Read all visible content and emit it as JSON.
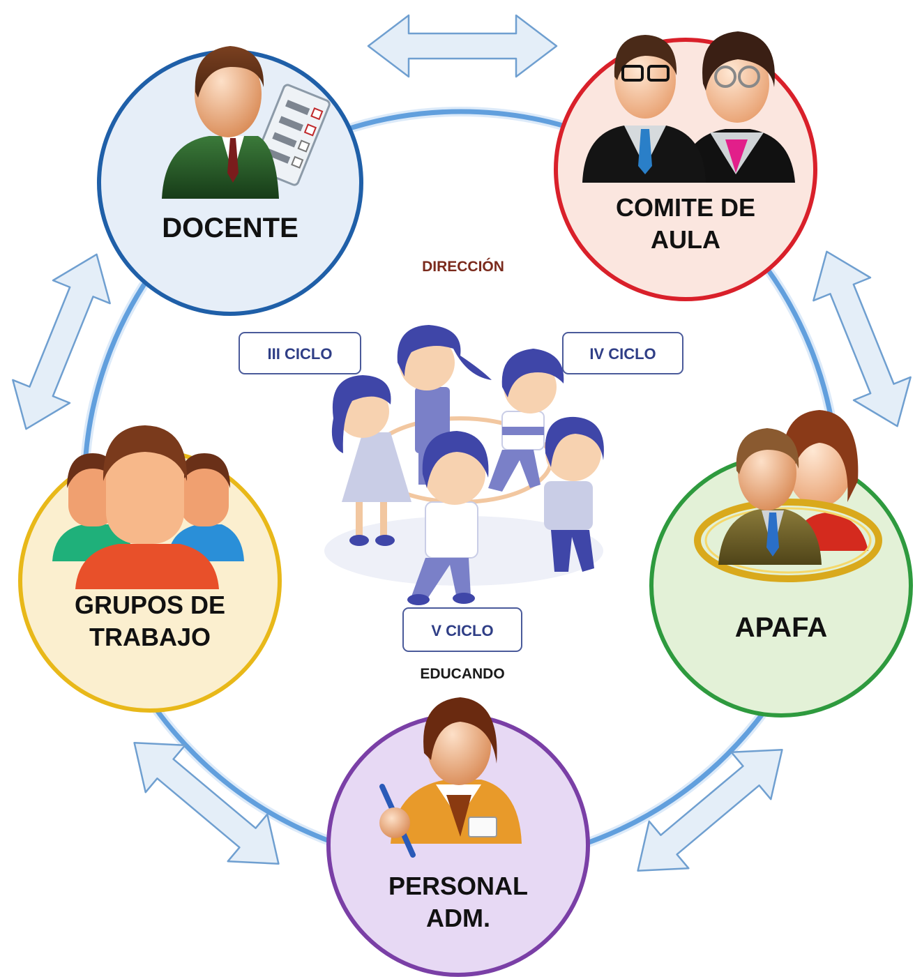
{
  "center": {
    "direccion": "DIRECCIÓN",
    "educando": "EDUCANDO",
    "cycles": [
      "III CICLO",
      "IV CICLO",
      "V CICLO"
    ]
  },
  "nodes": [
    {
      "id": "docente",
      "lines": [
        "DOCENTE"
      ],
      "border_color": "#1f5fa8",
      "fill_color": "#e6eef8",
      "icon": "teacher-icon"
    },
    {
      "id": "comite",
      "lines": [
        "COMITE DE",
        "AULA"
      ],
      "border_color": "#d9202a",
      "fill_color": "#fbe6df",
      "icon": "couple-icon"
    },
    {
      "id": "apafa",
      "lines": [
        "APAFA"
      ],
      "border_color": "#2e9a3e",
      "fill_color": "#e3f1d7",
      "icon": "parents-icon"
    },
    {
      "id": "personal",
      "lines": [
        "PERSONAL",
        "ADM."
      ],
      "border_color": "#7a3fa6",
      "fill_color": "#e7d9f4",
      "icon": "staff-icon"
    },
    {
      "id": "grupos",
      "lines": [
        "GRUPOS DE",
        "TRABAJO"
      ],
      "border_color": "#e8b819",
      "fill_color": "#fbefcf",
      "icon": "group-icon"
    }
  ],
  "colors": {
    "ring": "#2f7fd0",
    "arrow_fill": "#e4eef8",
    "arrow_stroke": "#6f9fd0",
    "direccion": "#7a2a1c",
    "cycle_text": "#2f3e86",
    "kids": "#3f46a8"
  },
  "illustration": "children-circle-icon"
}
